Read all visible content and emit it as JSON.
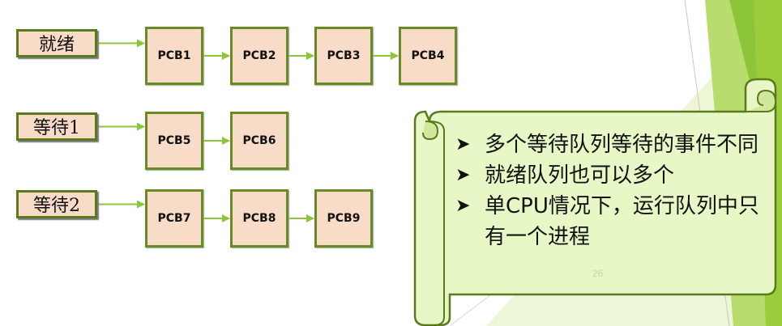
{
  "queues": [
    {
      "label": "就绪",
      "pcbs": [
        "PCB1",
        "PCB2",
        "PCB3",
        "PCB4"
      ]
    },
    {
      "label": "等待1",
      "pcbs": [
        "PCB5",
        "PCB6"
      ]
    },
    {
      "label": "等待2",
      "pcbs": [
        "PCB7",
        "PCB8",
        "PCB9"
      ]
    }
  ],
  "notes": [
    "多个等待队列等待的事件不同",
    "就绪队列也可以多个",
    "单CPU情况下，运行队列中只有一个进程"
  ],
  "page_number": "26",
  "colors": {
    "box_fill": "#f8dcc8",
    "box_border": "#6a8a22",
    "arrow": "#8cc43a",
    "scroll_fill": "#e8f7c6",
    "scroll_border": "#5a7a1e",
    "accent_green": "#9bcc3c"
  },
  "icons": {
    "bullet": "arrow-bullet-icon"
  }
}
